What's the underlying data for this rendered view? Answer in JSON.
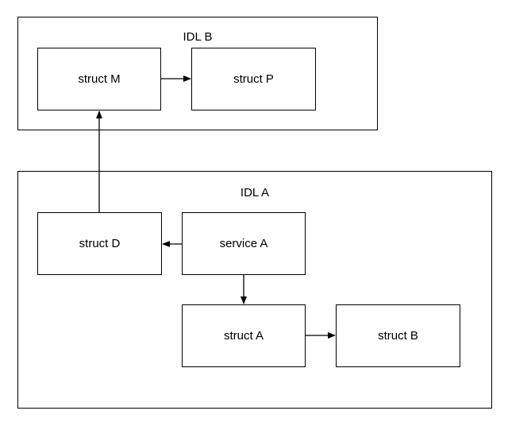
{
  "groups": {
    "idl_b": {
      "label": "IDL B"
    },
    "idl_a": {
      "label": "IDL A"
    }
  },
  "nodes": {
    "struct_m": "struct M",
    "struct_p": "struct P",
    "struct_d": "struct D",
    "service_a": "service A",
    "struct_a": "struct A",
    "struct_b": "struct B"
  },
  "edges": [
    {
      "from": "struct M",
      "to": "struct P"
    },
    {
      "from": "struct D",
      "to": "struct M"
    },
    {
      "from": "service A",
      "to": "struct D"
    },
    {
      "from": "service A",
      "to": "struct A"
    },
    {
      "from": "struct A",
      "to": "struct B"
    }
  ]
}
